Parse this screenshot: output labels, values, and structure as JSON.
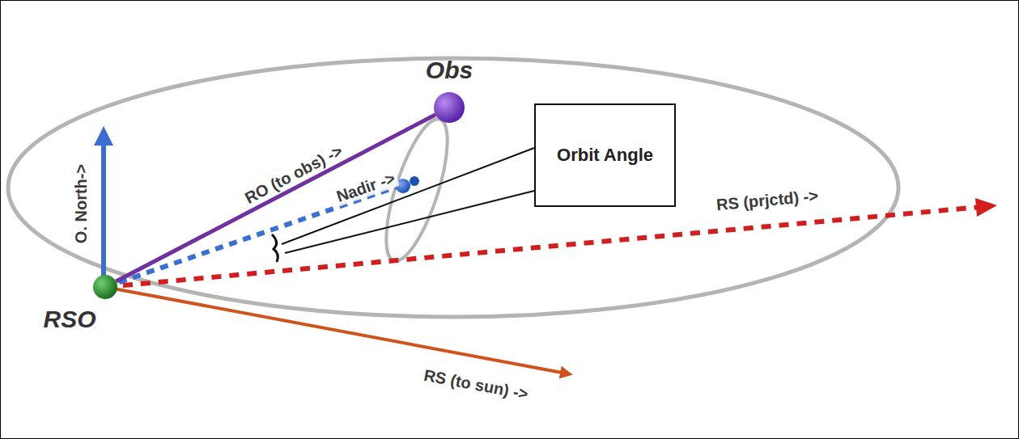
{
  "diagram": {
    "nodes": [
      {
        "text": [
          "Obs"
        ]
      },
      {
        "text": [
          "RSO"
        ]
      },
      {
        "text": [
          "Orbit Angle"
        ]
      }
    ],
    "edges": [
      {
        "from": 1,
        "to": 0,
        "arrow": "none",
        "label": "RO (to obs) ->"
      }
    ],
    "labels": [
      "O. North->",
      "Nadir ->",
      "RS (prjctd) ->",
      "RS (to sun) ->"
    ]
  }
}
